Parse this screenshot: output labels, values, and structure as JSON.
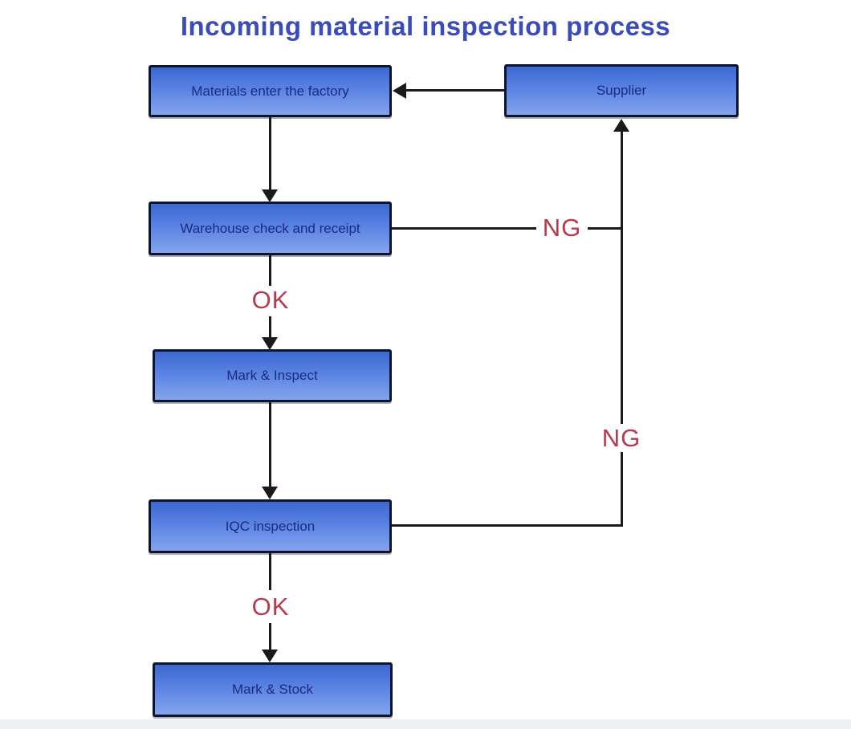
{
  "title": "Incoming material inspection process",
  "nodes": [
    {
      "id": "materials",
      "label": "Materials enter the factory"
    },
    {
      "id": "supplier",
      "label": "Supplier"
    },
    {
      "id": "warehouse",
      "label": "Warehouse check and receipt"
    },
    {
      "id": "mark_inspect",
      "label": "Mark & Inspect"
    },
    {
      "id": "iqc",
      "label": "IQC inspection"
    },
    {
      "id": "mark_stock",
      "label": "Mark & Stock"
    }
  ],
  "edge_labels": {
    "ok_warehouse_to_mark_inspect": "OK",
    "ok_iqc_to_mark_stock": "OK",
    "ng_warehouse_to_supplier": "NG",
    "ng_iqc_to_supplier": "NG"
  },
  "flow": [
    "Supplier -> Materials enter the factory",
    "Materials enter the factory -> Warehouse check and receipt",
    "Warehouse check and receipt -OK-> Mark & Inspect",
    "Warehouse check and receipt -NG-> Supplier",
    "Mark & Inspect -> IQC inspection",
    "IQC inspection -OK-> Mark & Stock",
    "IQC inspection -NG-> Supplier"
  ],
  "colors": {
    "title": "#3b4cba",
    "box_fill_top": "#3c67d0",
    "box_fill_bottom": "#84a4ec",
    "box_border": "#0d1430",
    "box_text": "#1c2a80",
    "connector": "#1a1a1a",
    "status_label": "#b8394e",
    "background": "#ffffff"
  }
}
